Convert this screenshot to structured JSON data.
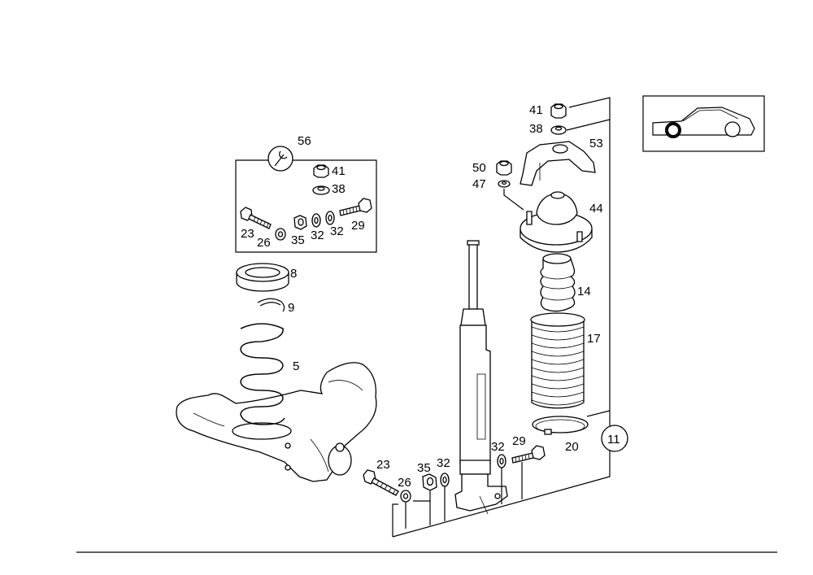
{
  "callouts": {
    "p56": "56",
    "p41a": "41",
    "p38a": "38",
    "p23a": "23",
    "p26a": "26",
    "p35a": "35",
    "p32a": "32",
    "p32b": "32",
    "p29a": "29",
    "p8": "8",
    "p9": "9",
    "p5": "5",
    "p41b": "41",
    "p38b": "38",
    "p53": "53",
    "p50": "50",
    "p47": "47",
    "p44": "44",
    "p14": "14",
    "p17": "17",
    "p20": "20",
    "p11": "11",
    "p23b": "23",
    "p26b": "26",
    "p35b": "35",
    "p32c": "32",
    "p32d": "32",
    "p29b": "29"
  },
  "icons": {
    "wrench": "wrench-icon",
    "car": "car-locator-icon"
  }
}
